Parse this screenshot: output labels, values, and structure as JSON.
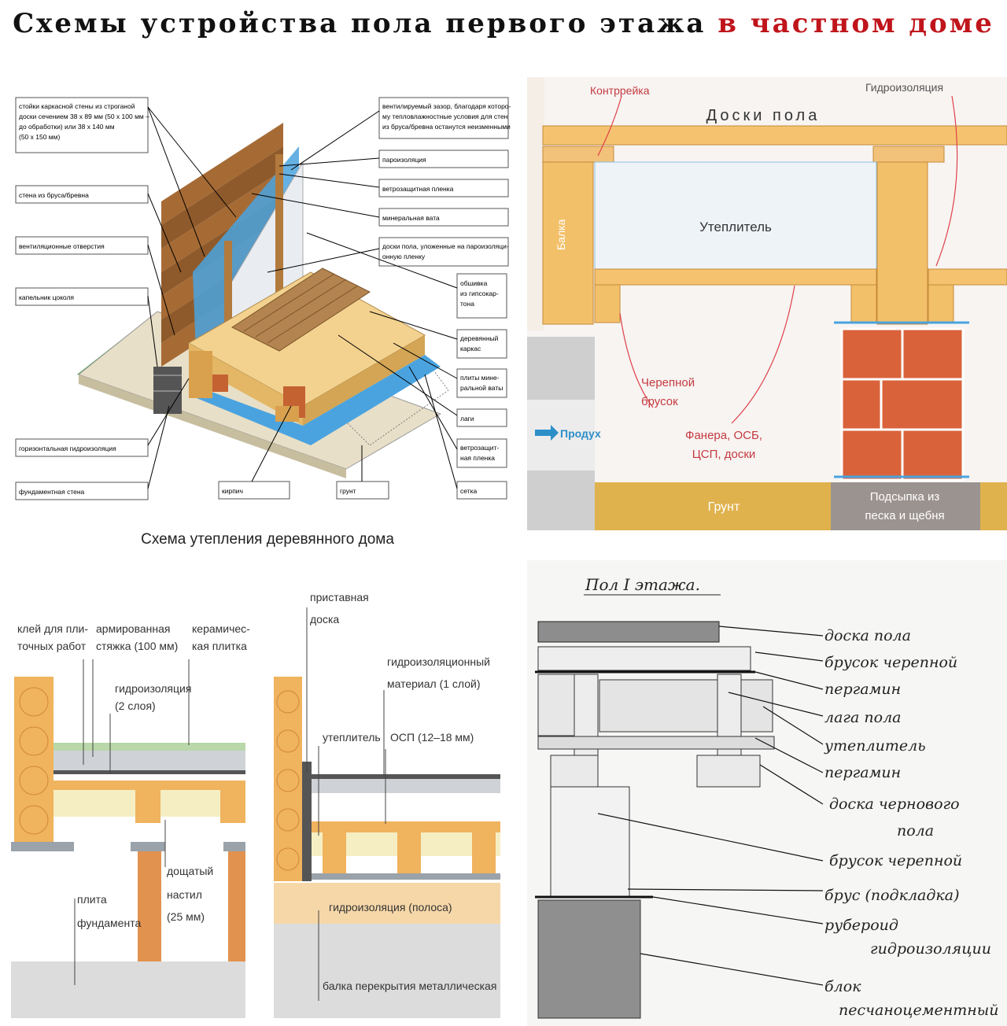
{
  "title": {
    "part1": "Схемы устройства пола первого этажа",
    "part2": "в частном доме"
  },
  "panel1": {
    "caption": "Схема утепления деревянного дома",
    "left_labels": [
      [
        "стойки каркасной стены из строганой",
        "доски сечением 38 x 89 мм (50 x 100 мм –",
        "до обработки) или 38 x 140 мм",
        "(50 x 150 мм)"
      ],
      [
        "стена из бруса/бревна"
      ],
      [
        "вентиляционные отверстия"
      ],
      [
        "капельник цоколя"
      ],
      [
        "горизонтальная гидроизоляция"
      ],
      [
        "фундаментная стена"
      ]
    ],
    "right_labels": [
      [
        "вентилируемый зазор, благодаря которо-",
        "му тепловлажностные условия для стен",
        "из бруса/бревна останутся неизменными"
      ],
      [
        "пароизоляция"
      ],
      [
        "ветрозащитная пленка"
      ],
      [
        "минеральная вата"
      ],
      [
        "доски пола, уложенные на пароизоляци-",
        "онную пленку"
      ]
    ],
    "col_labels": [
      [
        "обшивка",
        "из гипсокар-",
        "тона"
      ],
      [
        "деревянный",
        "каркас"
      ],
      [
        "плиты мине-",
        "ральной ваты"
      ],
      [
        "лаги"
      ],
      [
        "ветрозащит-",
        "ная пленка"
      ],
      [
        "сетка"
      ]
    ],
    "bottom_labels": [
      "кирпич",
      "грунт"
    ]
  },
  "panel2": {
    "floor_boards": "Доски пола",
    "counter_rail": "Контррейка",
    "waterproofing": "Гидроизоляция",
    "beam": "Балка",
    "insulation": "Утеплитель",
    "cranial_bar": [
      "Черепной",
      "брусок"
    ],
    "plywood": [
      "Фанера, ОСБ,",
      "ЦСП, доски"
    ],
    "vent": "Продух",
    "ground": "Грунт",
    "fill": [
      "Подсыпка из",
      "песка и щебня"
    ]
  },
  "panel3": {
    "left": {
      "glue": [
        "клей для пли-",
        "точных работ"
      ],
      "screed": [
        "армированная",
        "стяжка (100 мм)"
      ],
      "tile": [
        "керамичес-",
        "кая плитка"
      ],
      "waterproof": [
        "гидроизоляция",
        "(2 слоя)"
      ],
      "deck": [
        "дощатый",
        "настил",
        "(25 мм)"
      ],
      "slab": [
        "плита",
        "фундамента"
      ]
    },
    "right": {
      "board": [
        "приставная",
        "доска"
      ],
      "material": [
        "гидроизоляционный",
        "материал (1 слой)"
      ],
      "insulation": "утеплитель",
      "osb": "ОСП (12–18 мм)",
      "strip": "гидроизоляция (полоса)",
      "beam": "балка перекрытия металлическая"
    }
  },
  "panel4": {
    "heading": "Пол I этажа.",
    "labels": [
      "доска пола",
      "брусок черепной",
      "пергамин",
      "лага пола",
      "утеплитель",
      "пергамин",
      "доска чернового",
      "пола",
      "брусок черепной",
      "брус (подкладка)",
      "рубероид",
      "гидроизоляции",
      "блок",
      "песчаноцементный"
    ]
  },
  "colors": {
    "title_red": "#c0141b",
    "accent_red": "#e0404a",
    "wood": "#f2c27a",
    "brick": "#d9623a"
  }
}
